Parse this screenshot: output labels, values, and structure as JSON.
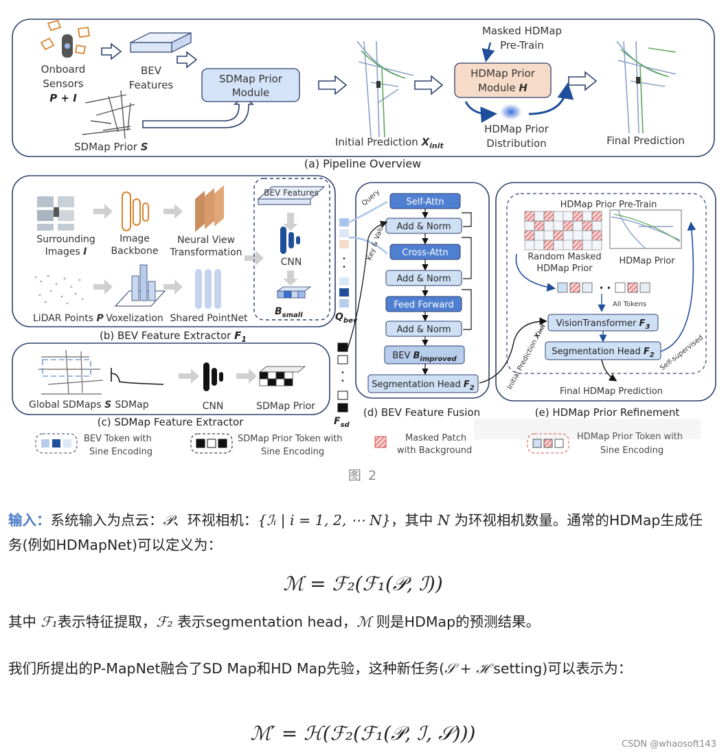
{
  "figure": {
    "caption": "图 2",
    "panel_a": {
      "title": "(a) Pipeline Overview",
      "onboard_sensors": [
        "Onboard",
        "Sensors"
      ],
      "sensors_formula": "P + I",
      "bev_features": [
        "BEV",
        "Features"
      ],
      "sdmap_prior_module": [
        "SDMap Prior",
        "Module"
      ],
      "sdmap_prior_label": "SDMap Prior",
      "sdmap_prior_sym": "S",
      "masked_pretrain": [
        "Masked HDMap",
        "Pre-Train"
      ],
      "hdmap_prior_module": [
        "HDMap Prior",
        "Module"
      ],
      "hdmap_prior_module_sym": "H",
      "initial_prediction": "Initial Prediction",
      "initial_prediction_sym": "X",
      "initial_prediction_sub": "init",
      "prior_distribution": [
        "HDMap Prior",
        "Distribution"
      ],
      "final_prediction": "Final Prediction"
    },
    "panel_b": {
      "title": "(b) BEV Feature Extractor",
      "title_sym": "F",
      "title_sub": "1",
      "surrounding_images": [
        "Surrounding",
        "Images"
      ],
      "surrounding_sym": "I",
      "image_backbone": [
        "Image",
        "Backbone"
      ],
      "neural_view": [
        "Neural View",
        "Transformation"
      ],
      "lidar_points": "LiDAR Points",
      "lidar_sym": "P",
      "voxelization": "Voxelization",
      "shared_pointnet": "Shared PointNet",
      "bev_features": "BEV Features",
      "cnn": "CNN",
      "b_small": "B",
      "b_small_sub": "small"
    },
    "panel_c": {
      "title": "(c) SDMap Feature Extractor",
      "global_sdmaps": "Global SDMaps",
      "global_sym": "S",
      "sdmap": "SDMap",
      "cnn": "CNN",
      "sdmap_prior": "SDMap Prior"
    },
    "panel_d": {
      "title": "(d) BEV Feature Fusion",
      "q_bev": "Q",
      "q_bev_sub": "bev",
      "f_sd": "F",
      "f_sd_sub": "sd",
      "query": "Query",
      "key_value": "Key & Value",
      "blocks": [
        "Self-Attn",
        "Add & Norm",
        "Cross-Attn",
        "Add & Norm",
        "Feed Forward",
        "Add & Norm"
      ],
      "bev_improved": "BEV",
      "bev_improved_sym": "B",
      "bev_improved_sub": "improved",
      "seg_head": "Segmentation Head",
      "seg_head_sym": "F",
      "seg_head_sub": "2"
    },
    "panel_e": {
      "title": "(e) HDMap Prior Refinement",
      "pretrain": "HDMap Prior Pre-Train",
      "random_masked": [
        "Random Masked",
        "HDMap Prior"
      ],
      "hdmap_prior": "HDMap Prior",
      "all_tokens": "All Tokens",
      "vit": "VisionTransformer",
      "vit_sym": "F",
      "vit_sub": "3",
      "seg_head": "Segmentation Head",
      "seg_head_sym": "F",
      "seg_head_sub": "2",
      "self_supervised": "Self-supervised",
      "initial_prediction": "Initial Prediction",
      "initial_prediction_sym": "X",
      "initial_prediction_sub": "init",
      "final_prediction": "Final HDMap Prediction"
    },
    "legend": [
      [
        "BEV Token with",
        "Sine Encoding"
      ],
      [
        "SDMap Prior Token with",
        "Sine Encoding"
      ],
      [
        "Masked Patch",
        "with Background"
      ],
      [
        "HDMap Prior Token with",
        "Sine Encoding"
      ]
    ]
  },
  "colors": {
    "panel_border": "#2c3e6b",
    "module_fill": "#d4e3f7",
    "hdmap_module_fill": "#f6dcc8",
    "block_fill": "#cfe0f5",
    "accent_blue": "#1f4e9a",
    "label_blue": "#4a7ac7",
    "mask_red": "#e06a6a"
  },
  "article": {
    "p1_lead": "输入：",
    "p1_a": "系统输入为点云：",
    "p1_m1": "𝒫",
    "p1_b": "、环视相机：",
    "p1_m2": "{ℐᵢ | i = 1, 2, ⋯ N}",
    "p1_c": "，其中",
    "p1_m3": "N",
    "p1_d": "为环视相机数量。通常的HDMap生成任务(例如HDMapNet)可以定义为：",
    "eq1": "ℳ = ℱ₂(ℱ₁(𝒫, ℐ))",
    "p2_a": "其中",
    "p2_m1": "ℱ₁",
    "p2_b": "表示特征提取，",
    "p2_m2": "ℱ₂",
    "p2_c": "表示segmentation head，",
    "p2_m3": "ℳ",
    "p2_d": "则是HDMap的预测结果。",
    "p3_a": "我们所提出的P-MapNet融合了SD Map和HD Map先验，这种新任务(",
    "p3_m1": "𝒮 + ℋ",
    "p3_b": "setting)可以表示为：",
    "eq2": "ℳ′ = ℋ(ℱ₂(ℱ₁(𝒫, ℐ, 𝒮)))",
    "watermark": "CSDN @whaosoft143"
  }
}
